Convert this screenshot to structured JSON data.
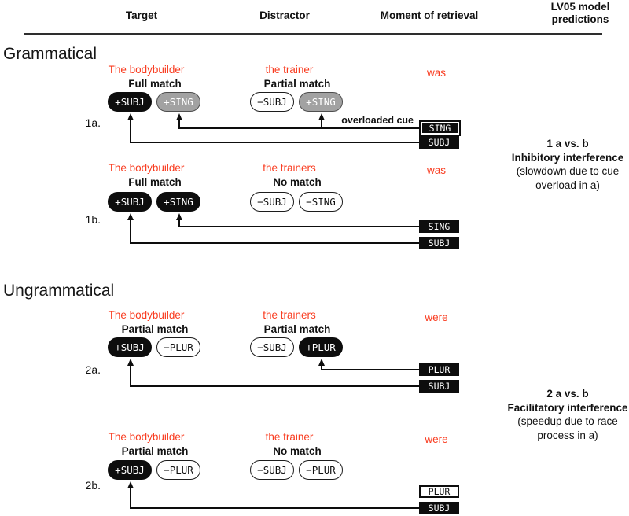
{
  "colors": {
    "accent_red": "#f93c20",
    "ink": "#0d0d0d",
    "pill_gray": "#a2a2a2"
  },
  "header": {
    "col_target": "Target",
    "col_distractor": "Distractor",
    "col_retrieval": "Moment of retrieval",
    "col_predictions_line1": "LV05 model",
    "col_predictions_line2": "predictions"
  },
  "sections": {
    "grammatical": "Grammatical",
    "ungrammatical": "Ungrammatical"
  },
  "rows": {
    "r1a": {
      "id": "1a.",
      "target": {
        "np": "The bodybuilder",
        "match": "Full match",
        "cue1": "+SUBJ",
        "cue2": "+SING"
      },
      "distractor": {
        "np": "the trainer",
        "match": "Partial match",
        "cue1": "−SUBJ",
        "cue2": "+SING"
      },
      "retrieval": "was",
      "annotation": "overloaded cue",
      "cue_boxes": {
        "top": "SING",
        "bottom": "SUBJ"
      }
    },
    "r1b": {
      "id": "1b.",
      "target": {
        "np": "The bodybuilder",
        "match": "Full match",
        "cue1": "+SUBJ",
        "cue2": "+SING"
      },
      "distractor": {
        "np": "the trainers",
        "match": "No match",
        "cue1": "−SUBJ",
        "cue2": "−SING"
      },
      "retrieval": "was",
      "cue_boxes": {
        "top": "SING",
        "bottom": "SUBJ"
      }
    },
    "r2a": {
      "id": "2a.",
      "target": {
        "np": "The bodybuilder",
        "match": "Partial match",
        "cue1": "+SUBJ",
        "cue2": "−PLUR"
      },
      "distractor": {
        "np": "the trainers",
        "match": "Partial match",
        "cue1": "−SUBJ",
        "cue2": "+PLUR"
      },
      "retrieval": "were",
      "cue_boxes": {
        "top": "PLUR",
        "bottom": "SUBJ"
      }
    },
    "r2b": {
      "id": "2b.",
      "target": {
        "np": "The bodybuilder",
        "match": "Partial match",
        "cue1": "+SUBJ",
        "cue2": "−PLUR"
      },
      "distractor": {
        "np": "the trainer",
        "match": "No match",
        "cue1": "−SUBJ",
        "cue2": "−PLUR"
      },
      "retrieval": "were",
      "cue_boxes": {
        "top": "PLUR",
        "bottom": "SUBJ"
      }
    }
  },
  "predictions": {
    "p1": {
      "title": "1 a vs. b",
      "effect": "Inhibitory interference",
      "detail1": "(slowdown due to cue",
      "detail2": "overload in a)"
    },
    "p2": {
      "title": "2 a vs. b",
      "effect": "Facilitatory interference",
      "detail1": "(speedup due to race",
      "detail2": "process in a)"
    }
  }
}
